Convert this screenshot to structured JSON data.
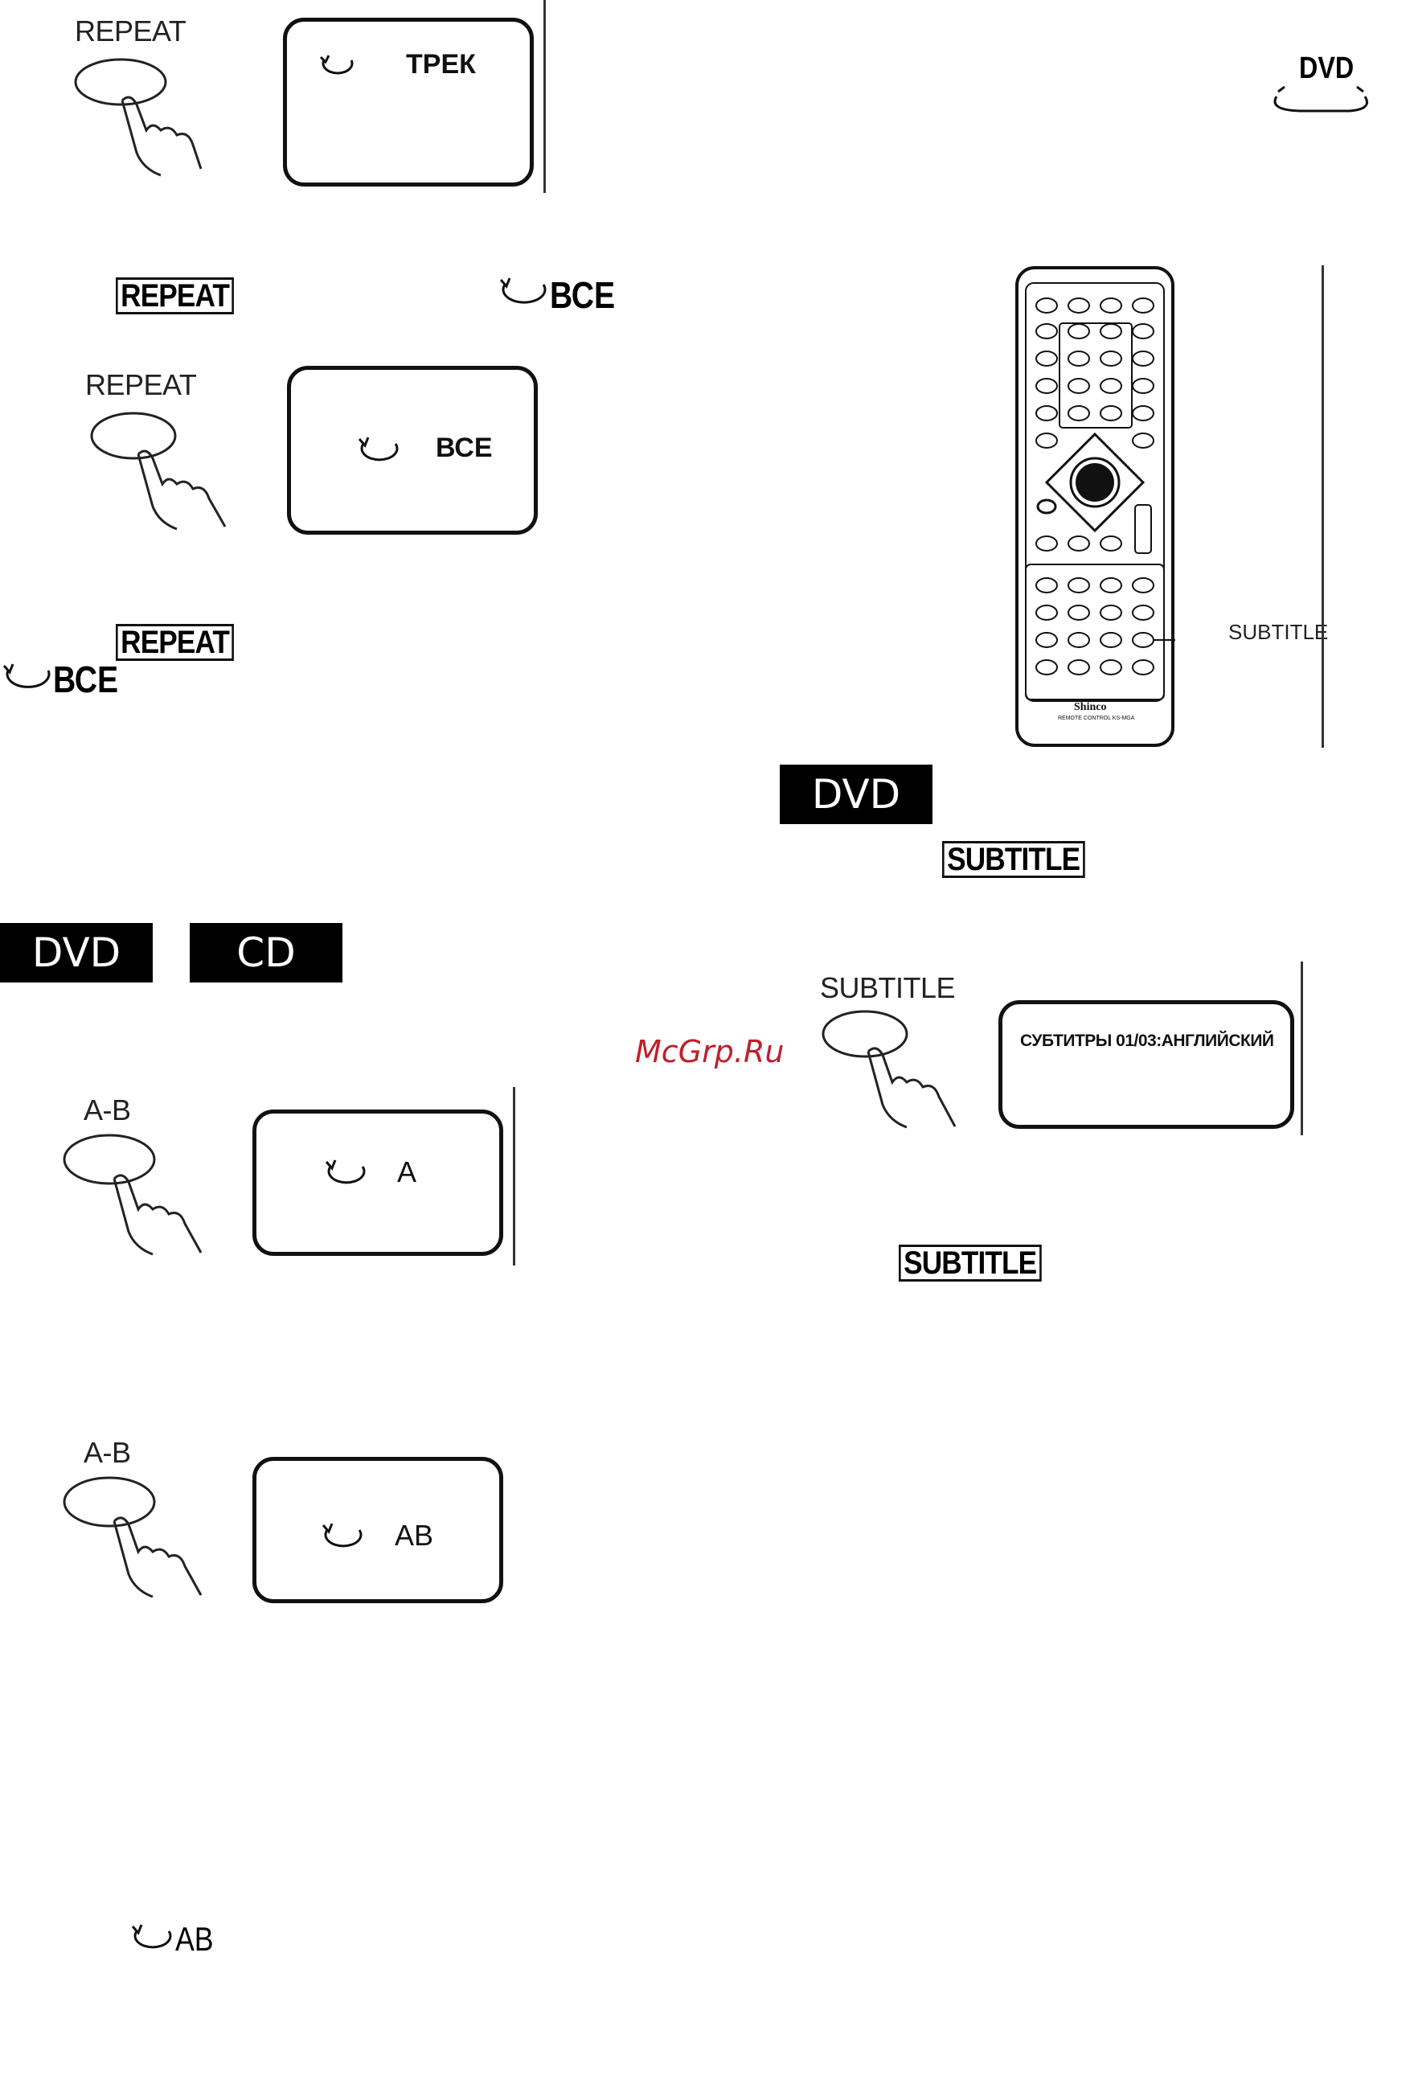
{
  "repeat_section": {
    "button_label": "REPEAT",
    "screen1_text": "ТРЕК",
    "screen2_text": "ВСЕ",
    "boxed_key_1": "REPEAT",
    "inline_mode_1": "ВСЕ",
    "boxed_key_2": "REPEAT",
    "inline_mode_2": "ВСЕ"
  },
  "dvd_logo_text": "DVD",
  "format_badges": [
    "DVD",
    "CD"
  ],
  "ab_section": {
    "button_label": "A-B",
    "screen1_text": "A",
    "screen2_text": "AB",
    "inline_mode": "AB"
  },
  "remote": {
    "brand": "Shinco",
    "model_line": "REMOTE CONTROL KS-MGA",
    "callout": "SUBTITLE"
  },
  "subtitle_section": {
    "badge": "DVD",
    "boxed_key_1": "SUBTITLE",
    "button_label": "SUBTITLE",
    "screen_text": "СУБТИТРЫ 01/03:АНГЛИЙСКИЙ",
    "boxed_key_2": "SUBTITLE"
  },
  "watermark": "McGrp.Ru"
}
